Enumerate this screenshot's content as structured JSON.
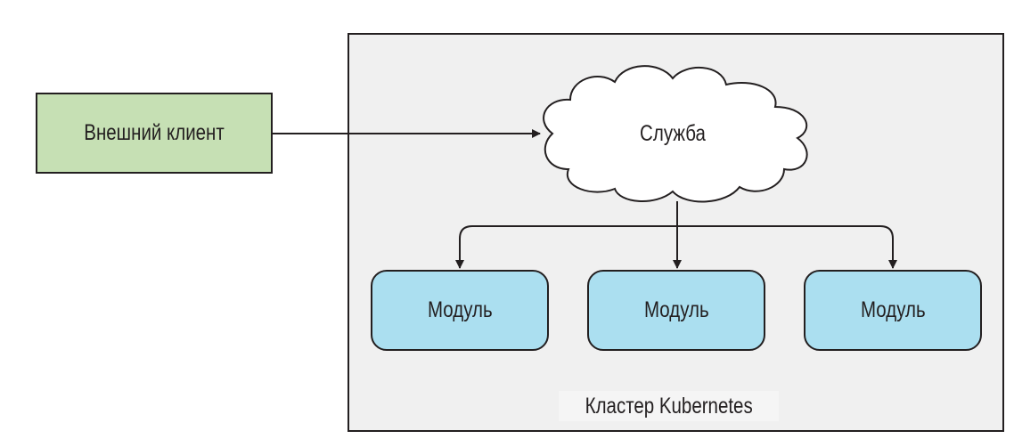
{
  "diagram": {
    "external_client": {
      "label": "Внешний клиент",
      "fill": "#c6e0b4"
    },
    "service": {
      "label": "Служба",
      "shape": "cloud",
      "fill": "#ffffff"
    },
    "pods": [
      {
        "label": "Модуль"
      },
      {
        "label": "Модуль"
      },
      {
        "label": "Модуль"
      }
    ],
    "pod_fill": "#abdff0",
    "cluster": {
      "label": "Кластер Kubernetes",
      "fill": "#f0f0f0"
    },
    "edges": [
      {
        "from": "external_client",
        "to": "service"
      },
      {
        "from": "service",
        "to": "pod_1"
      },
      {
        "from": "service",
        "to": "pod_2"
      },
      {
        "from": "service",
        "to": "pod_3"
      }
    ]
  }
}
